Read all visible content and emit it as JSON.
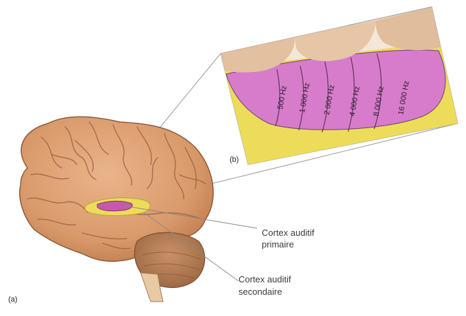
{
  "panel_a_label": "(a)",
  "panel_b_label": "(b)",
  "frequency_bands": [
    "500 Hz",
    "1 000 Hz",
    "2 000 Hz",
    "4 000 Hz",
    "8 000 Hz",
    "16 000 Hz"
  ],
  "labels": {
    "primary": [
      "Cortex auditif",
      "primaire"
    ],
    "secondary": [
      "Cortex auditif",
      "secondaire"
    ]
  },
  "colors": {
    "brain": "#dc9d6f",
    "primary_cortex": "#d278c8",
    "secondary_cortex": "#eddc5a",
    "background": "#ffffff"
  }
}
